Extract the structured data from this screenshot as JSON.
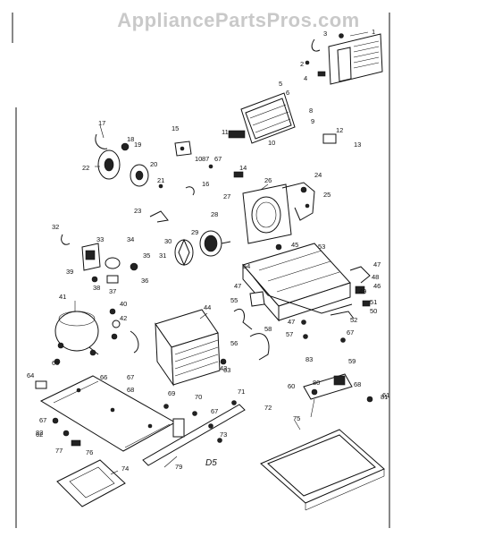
{
  "watermark": "AppliancePartsPros.com",
  "section_code": "D5",
  "callouts": [
    {
      "id": "cl-1",
      "text": "1"
    },
    {
      "id": "cl-2",
      "text": "2"
    },
    {
      "id": "cl-3",
      "text": "3"
    },
    {
      "id": "cl-4",
      "text": "4"
    },
    {
      "id": "cl-5",
      "text": "5"
    },
    {
      "id": "cl-6",
      "text": "6"
    },
    {
      "id": "cl-8",
      "text": "8"
    },
    {
      "id": "cl-9",
      "text": "9"
    },
    {
      "id": "cl-10a",
      "text": "10"
    },
    {
      "id": "cl-10b",
      "text": "10"
    },
    {
      "id": "cl-11",
      "text": "11"
    },
    {
      "id": "cl-12",
      "text": "12"
    },
    {
      "id": "cl-13",
      "text": "13"
    },
    {
      "id": "cl-14",
      "text": "14"
    },
    {
      "id": "cl-15",
      "text": "15"
    },
    {
      "id": "cl-16",
      "text": "16"
    },
    {
      "id": "cl-17",
      "text": "17"
    },
    {
      "id": "cl-18",
      "text": "18"
    },
    {
      "id": "cl-19",
      "text": "19"
    },
    {
      "id": "cl-20",
      "text": "20"
    },
    {
      "id": "cl-21",
      "text": "21"
    },
    {
      "id": "cl-22",
      "text": "22"
    },
    {
      "id": "cl-23",
      "text": "23"
    },
    {
      "id": "cl-24",
      "text": "24"
    },
    {
      "id": "cl-25",
      "text": "25"
    },
    {
      "id": "cl-26",
      "text": "26"
    },
    {
      "id": "cl-27",
      "text": "27"
    },
    {
      "id": "cl-28",
      "text": "28"
    },
    {
      "id": "cl-29",
      "text": "29"
    },
    {
      "id": "cl-30",
      "text": "30"
    },
    {
      "id": "cl-31",
      "text": "31"
    },
    {
      "id": "cl-32",
      "text": "32"
    },
    {
      "id": "cl-33",
      "text": "33"
    },
    {
      "id": "cl-34",
      "text": "34"
    },
    {
      "id": "cl-35",
      "text": "35"
    },
    {
      "id": "cl-36",
      "text": "36"
    },
    {
      "id": "cl-37",
      "text": "37"
    },
    {
      "id": "cl-38",
      "text": "38"
    },
    {
      "id": "cl-39",
      "text": "39"
    },
    {
      "id": "cl-40",
      "text": "40"
    },
    {
      "id": "cl-41",
      "text": "41"
    },
    {
      "id": "cl-42",
      "text": "42"
    },
    {
      "id": "cl-43",
      "text": "43"
    },
    {
      "id": "cl-44",
      "text": "44"
    },
    {
      "id": "cl-45",
      "text": "45"
    },
    {
      "id": "cl-46",
      "text": "46"
    },
    {
      "id": "cl-47a",
      "text": "47"
    },
    {
      "id": "cl-47b",
      "text": "47"
    },
    {
      "id": "cl-47c",
      "text": "47"
    },
    {
      "id": "cl-48",
      "text": "48"
    },
    {
      "id": "cl-49",
      "text": "49"
    },
    {
      "id": "cl-50",
      "text": "50"
    },
    {
      "id": "cl-51",
      "text": "51"
    },
    {
      "id": "cl-52",
      "text": "52"
    },
    {
      "id": "cl-53",
      "text": "53"
    },
    {
      "id": "cl-54",
      "text": "54"
    },
    {
      "id": "cl-55",
      "text": "55"
    },
    {
      "id": "cl-56",
      "text": "56"
    },
    {
      "id": "cl-57",
      "text": "57"
    },
    {
      "id": "cl-58",
      "text": "58"
    },
    {
      "id": "cl-59",
      "text": "59"
    },
    {
      "id": "cl-60",
      "text": "60"
    },
    {
      "id": "cl-61",
      "text": "61"
    },
    {
      "id": "cl-62",
      "text": "62"
    },
    {
      "id": "cl-63",
      "text": "63"
    },
    {
      "id": "cl-64",
      "text": "64"
    },
    {
      "id": "cl-65",
      "text": "65"
    },
    {
      "id": "cl-66",
      "text": "66"
    },
    {
      "id": "cl-67a",
      "text": "67"
    },
    {
      "id": "cl-67b",
      "text": "67"
    },
    {
      "id": "cl-67c",
      "text": "67"
    },
    {
      "id": "cl-67d",
      "text": "67"
    },
    {
      "id": "cl-67e",
      "text": "67"
    },
    {
      "id": "cl-68a",
      "text": "68"
    },
    {
      "id": "cl-68b",
      "text": "68"
    },
    {
      "id": "cl-69",
      "text": "69"
    },
    {
      "id": "cl-70",
      "text": "70"
    },
    {
      "id": "cl-71",
      "text": "71"
    },
    {
      "id": "cl-72",
      "text": "72"
    },
    {
      "id": "cl-73",
      "text": "73"
    },
    {
      "id": "cl-74",
      "text": "74"
    },
    {
      "id": "cl-75",
      "text": "75"
    },
    {
      "id": "cl-76",
      "text": "76"
    },
    {
      "id": "cl-77",
      "text": "77"
    },
    {
      "id": "cl-79",
      "text": "79"
    },
    {
      "id": "cl-80",
      "text": "80"
    },
    {
      "id": "cl-81",
      "text": "81"
    },
    {
      "id": "cl-82",
      "text": "82"
    },
    {
      "id": "cl-83",
      "text": "83"
    },
    {
      "id": "cl-87",
      "text": "87"
    }
  ]
}
